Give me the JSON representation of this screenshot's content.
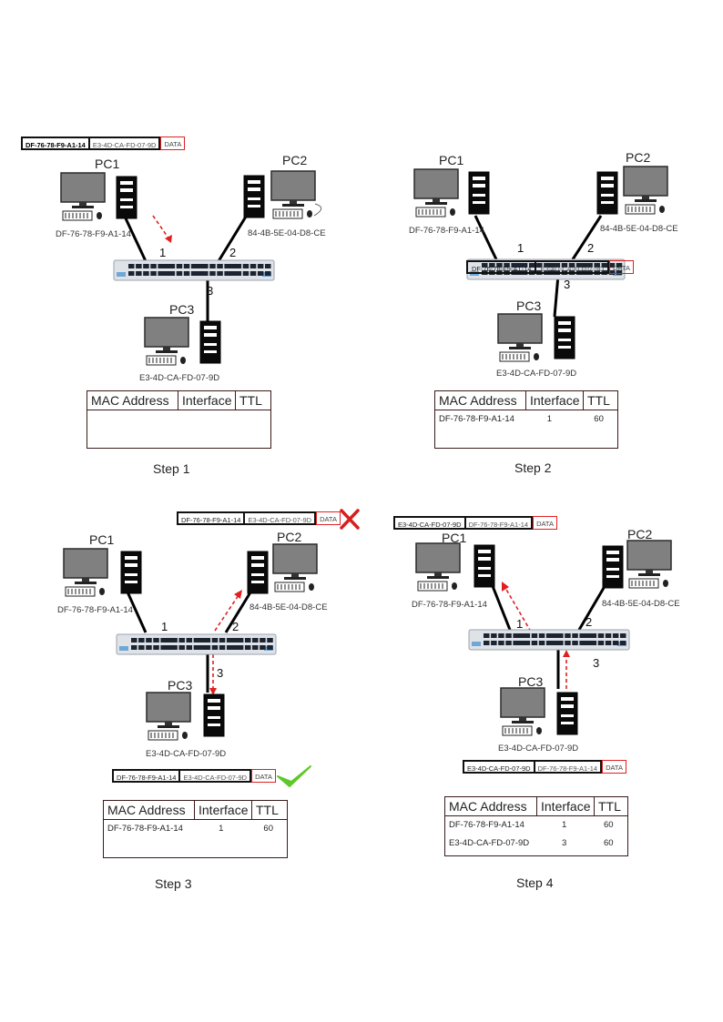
{
  "labels": {
    "pc1": "PC1",
    "pc2": "PC2",
    "pc3": "PC3",
    "port1": "1",
    "port2": "2",
    "port3": "3"
  },
  "macs": {
    "pc1": "DF-76-78-F9-A1-14",
    "pc2": "84-4B-5E-04-D8-CE",
    "pc3": "E3-4D-CA-FD-07-9D"
  },
  "frame": {
    "dst": "DF-76-78-F9-A1-14",
    "src": "E3-4D-CA-FD-07-9D",
    "payload": "DATA",
    "reply_dst": "E3-4D-CA-FD-07-9D",
    "reply_src": "DF-76-78-F9-A1-14"
  },
  "table": {
    "headers": [
      "MAC Address",
      "Interface",
      "TTL"
    ],
    "step2_rows": [
      [
        "DF-76-78-F9-A1-14",
        "1",
        "60"
      ]
    ],
    "step3_rows": [
      [
        "DF-76-78-F9-A1-14",
        "1",
        "60"
      ]
    ],
    "step4_rows": [
      [
        "DF-76-78-F9-A1-14",
        "1",
        "60"
      ],
      [
        "E3-4D-CA-FD-07-9D",
        "3",
        "60"
      ]
    ]
  },
  "steps": [
    "Step 1",
    "Step 2",
    "Step 3",
    "Step 4"
  ],
  "colors": {
    "arrow": "#e02020",
    "reject": "#d81e1e",
    "accept": "#5ec82a",
    "frame_payload_border": "#e02020"
  }
}
